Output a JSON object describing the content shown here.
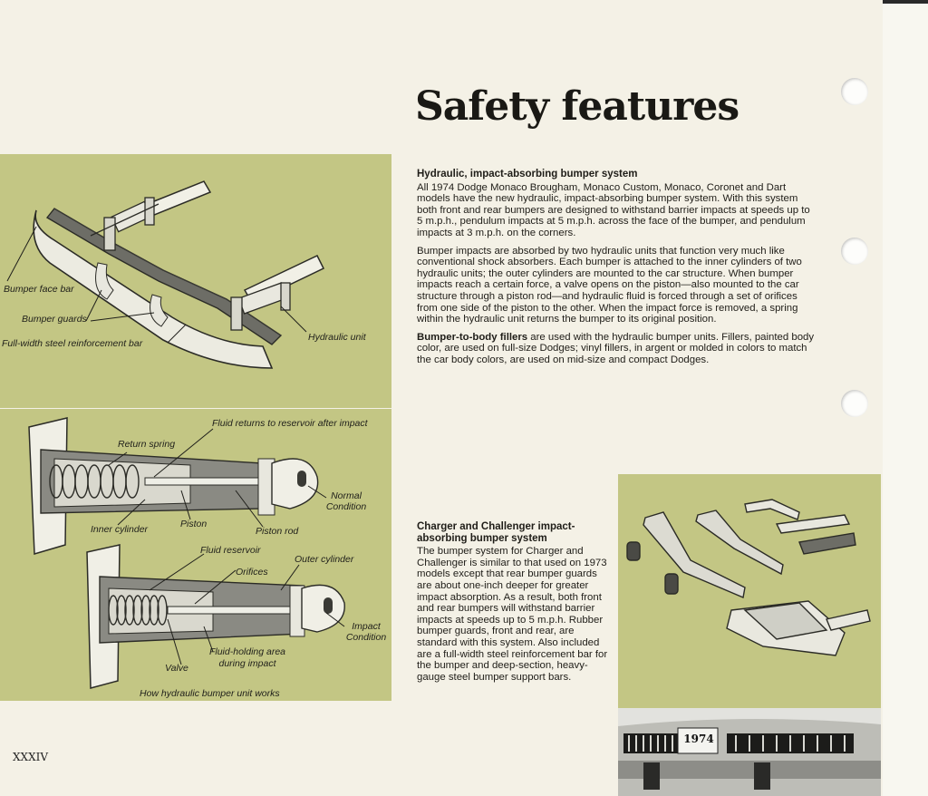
{
  "page": {
    "title": "Safety features",
    "page_number": "XXXIV"
  },
  "bumper_diagram": {
    "labels": {
      "face_bar": "Bumper face bar",
      "guards": "Bumper guards",
      "reinforcement": "Full-width steel reinforcement bar",
      "hydraulic_unit": "Hydraulic unit"
    }
  },
  "unit_diagram": {
    "labels": {
      "fluid_returns": "Fluid returns to reservoir after impact",
      "return_spring": "Return spring",
      "normal": "Normal Condition",
      "inner_cylinder": "Inner cylinder",
      "piston": "Piston",
      "piston_rod": "Piston rod",
      "fluid_reservoir": "Fluid reservoir",
      "orifices": "Orifices",
      "outer_cylinder": "Outer cylinder",
      "impact": "Impact Condition",
      "fluid_holding": "Fluid-holding area during impact",
      "valve": "Valve",
      "caption": "How hydraulic bumper unit works"
    }
  },
  "main_text": {
    "heading": "Hydraulic, impact-absorbing bumper system",
    "p1": "All 1974 Dodge Monaco Brougham, Monaco Custom, Monaco, Coronet and Dart models have the new hydraulic, impact-absorbing bumper system. With this system both front and rear bumpers are designed to withstand barrier impacts at speeds up to 5 m.p.h., pendulum impacts at 5 m.p.h. across the face of the bumper, and pendulum impacts at 3 m.p.h. on the corners.",
    "p2": "Bumper impacts are absorbed by two hydraulic units that function very much like conventional shock absorbers. Each bumper is attached to the inner cylinders of two hydraulic units; the outer cylinders are mounted to the car structure. When bumper impacts reach a certain force, a valve opens on the piston—also mounted to the car structure through a piston rod—and hydraulic fluid is forced through a set of orifices from one side of the piston to the other. When the impact force is removed, a spring within the hydraulic unit returns the bumper to its original position.",
    "p3_lead": "Bumper-to-body fillers",
    "p3_rest": " are used with the hydraulic bumper units. Fillers, painted body color, are used on full-size Dodges; vinyl fillers, in argent or molded in colors to match the car body colors, are used on mid-size and compact Dodges."
  },
  "charger_text": {
    "heading": "Charger and Challenger impact-absorbing bumper system",
    "body": "The bumper system for Charger and Challenger is similar to that used on 1973 models except that rear bumper guards are about one-inch deeper for greater impact absorption. As a result, both front and rear bumpers will withstand barrier impacts at speeds up to 5 m.p.h. Rubber bumper guards, front and rear, are standard with this system. Also included are a full-width steel reinforcement bar for the bumper and deep-section, heavy-gauge steel bumper support bars."
  },
  "photo": {
    "plate": "1974"
  }
}
